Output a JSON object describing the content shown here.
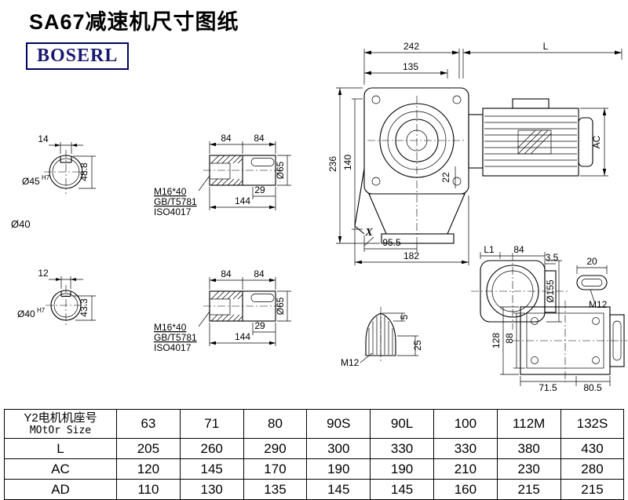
{
  "page": {
    "title": "SA67减速机尺寸图纸",
    "brand": "BOSERL"
  },
  "views": {
    "shaft_end_top": {
      "keyway_width": "14",
      "dia": "Ø45",
      "dia_tol": "H7",
      "height": "48.8"
    },
    "shaft_dia_label": "Ø40",
    "shaft_end_bottom": {
      "keyway_width": "12",
      "dia": "Ø40",
      "dia_tol": "H7",
      "height": "43.3"
    },
    "shaft_detail_top": {
      "seg_a": "84",
      "seg_b": "84",
      "keyway_len": "29",
      "total_len": "144",
      "dia": "Ø65",
      "thread": "M16*40",
      "std_1": "GB/T5781",
      "std_2": "ISO4017"
    },
    "shaft_detail_bottom": {
      "seg_a": "84",
      "seg_b": "84",
      "keyway_len": "29",
      "total_len": "144",
      "dia": "Ø65",
      "thread": "M16*40",
      "std_1": "GB/T5781",
      "std_2": "ISO4017"
    },
    "front_view": {
      "body_width": "242",
      "motor_len": "L",
      "flange_width": "135",
      "total_height": "236",
      "center_height": "140",
      "key_dim": "22",
      "motor_dia": "AC",
      "base_center": "95.5",
      "base_width": "182",
      "ref_mark": "X"
    },
    "side_view": {
      "l1": "L1",
      "width": "84",
      "plate": "3.5",
      "slot_len": "20",
      "body_dia": "Ø155",
      "thread": "M12"
    },
    "section_view": {
      "key_depth": "5",
      "bore_dim": "25",
      "thread": "M12"
    },
    "bottom_view": {
      "outer": "128",
      "inner": "88",
      "off_a": "71.5",
      "off_b": "80.5"
    }
  },
  "table": {
    "header": {
      "row_cn": "Y2电机机座号",
      "row_en": "MOtOr Size",
      "sizes": [
        "63",
        "71",
        "80",
        "90S",
        "90L",
        "100",
        "112M",
        "132S"
      ]
    },
    "rows": [
      {
        "label": "L",
        "values": [
          "205",
          "260",
          "290",
          "300",
          "330",
          "330",
          "380",
          "430"
        ]
      },
      {
        "label": "AC",
        "values": [
          "120",
          "145",
          "170",
          "190",
          "190",
          "210",
          "230",
          "280"
        ]
      },
      {
        "label": "AD",
        "values": [
          "110",
          "130",
          "135",
          "145",
          "145",
          "160",
          "215",
          "215"
        ]
      }
    ]
  }
}
